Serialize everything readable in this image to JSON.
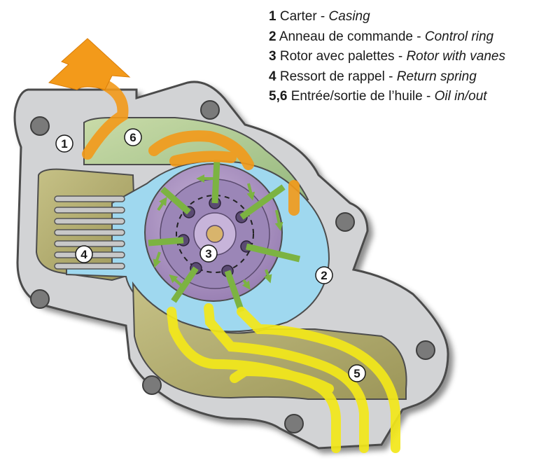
{
  "legend": [
    {
      "num": "1",
      "fr": "Carter",
      "sep": " - ",
      "en": "Casing"
    },
    {
      "num": "2",
      "fr": "Anneau de commande",
      "sep": " - ",
      "en": "Control ring"
    },
    {
      "num": "3",
      "fr": "Rotor avec palettes",
      "sep": " - ",
      "en": "Rotor with vanes"
    },
    {
      "num": "4",
      "fr": "Ressort de rappel",
      "sep": " - ",
      "en": "Return spring"
    },
    {
      "num": "5,6",
      "fr": "Entrée/sortie de l’huile",
      "sep": " - ",
      "en": "Oil in/out"
    }
  ],
  "callouts": {
    "c1": "1",
    "c2": "2",
    "c3": "3",
    "c4": "4",
    "c5": "5",
    "c6": "6"
  },
  "colors": {
    "casing": "#d2d3d5",
    "casing_outline": "#555555",
    "control_ring": "#9fd8ef",
    "rotor": "#b69cc9",
    "rotor_inner": "#9b86b7",
    "vane": "#8bc34a",
    "spring_chamber": "#b9b37a",
    "intake_channel": "#b7b16f",
    "oil_in": "#f3e81a",
    "oil_out": "#f39a1a"
  }
}
